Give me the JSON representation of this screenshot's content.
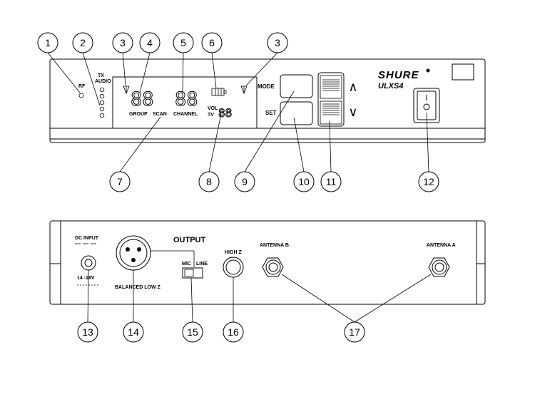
{
  "front_panel": {
    "rf_label": "RF",
    "tx_label": "TX",
    "audio_label": "AUDIO",
    "group_label": "GROUP",
    "scan_label": "SCAN",
    "channel_label": "CHANNEL",
    "vol_label": "VOL",
    "tv_label": "TV",
    "mode_label": "MODE",
    "set_label": "SET",
    "brand": "SHURE",
    "model": "ULXS4",
    "up_glyph": "∧",
    "down_glyph": "∨",
    "segment_text": "88"
  },
  "back_panel": {
    "dc_input_label": "DC INPUT",
    "voltage_label": "14 -18V",
    "output_label": "OUTPUT",
    "balanced_label": "BALANCED LOW Z",
    "mic_label": "MIC",
    "line_label": "LINE",
    "highz_label": "HIGH Z",
    "antenna_b_label": "ANTENNA B",
    "antenna_a_label": "ANTENNA A"
  },
  "callouts": [
    "1",
    "2",
    "3",
    "3",
    "4",
    "5",
    "6",
    "7",
    "8",
    "9",
    "10",
    "11",
    "12",
    "13",
    "14",
    "15",
    "16",
    "17"
  ]
}
